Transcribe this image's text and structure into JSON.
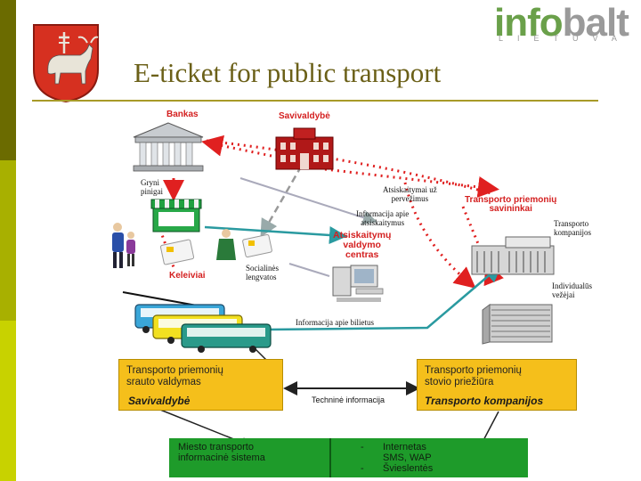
{
  "title": "E-ticket for public transport",
  "logo": {
    "main_a": "info",
    "main_b": "balt",
    "sub": "LIETUVA"
  },
  "colors": {
    "accent_olive": "#a89a28",
    "yellow_box": "#f5bf1b",
    "green_box": "#1e9b2a",
    "red_label": "#d42020",
    "logo_green": "#6aa04a",
    "logo_grey": "#9a9a9a"
  },
  "icons": [
    "coat-of-arms-icon",
    "bank-building-icon",
    "municipality-building-icon",
    "kiosk-icon",
    "passengers-icon",
    "ticket-card-icon",
    "computer-icon",
    "factory-icon",
    "office-building-icon",
    "bus-icon"
  ],
  "diagram": {
    "bank": "Bankas",
    "municipality": "Savivaldybė",
    "cash": [
      "Gryni",
      "pinigai"
    ],
    "settlements_for_trips": [
      "Atsiskaitymai už",
      "pervežimus"
    ],
    "vehicle_owners": [
      "Transporto priemonių",
      "savininkai"
    ],
    "settlement_info": [
      "Informacija apie",
      "atsiskaitymus"
    ],
    "settlement_center": [
      "Atsiskaitymų",
      "valdymo",
      "centras"
    ],
    "transport_companies": [
      "Transporto",
      "kompanijos"
    ],
    "individual_carriers": [
      "Individualūs",
      "vežėjai"
    ],
    "passengers": "Keleiviai",
    "social_benefits": [
      "Socialinės",
      "lengvatos"
    ],
    "ticket_info": "Informacija apie bilietus",
    "technical_info": "Techninė informacija",
    "left_box": {
      "lines": [
        "Transporto priemonių",
        "srauto valdymas"
      ],
      "owner": "Savivaldybė"
    },
    "right_box": {
      "lines": [
        "Transporto priemonių",
        "stovio priežiūra"
      ],
      "owner": "Transporto kompanijos"
    },
    "bottom_box": {
      "system": [
        "Miesto transporto",
        "informacinė sistema"
      ],
      "channels": [
        "Internetas",
        "SMS, WAP",
        "Švieslentės"
      ],
      "bullet": "-"
    }
  }
}
